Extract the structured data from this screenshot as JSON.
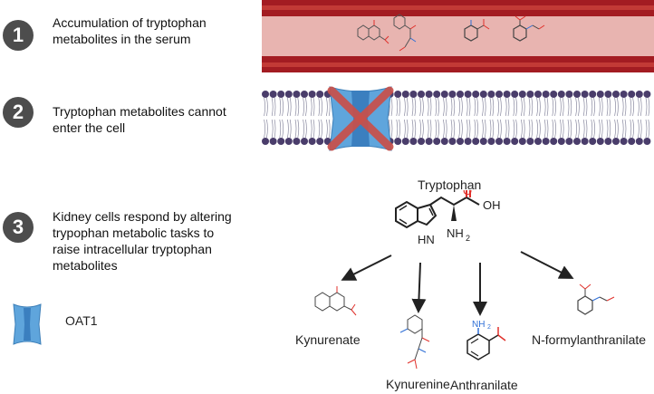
{
  "steps": [
    {
      "number": "1",
      "text": "Accumulation of tryptophan metabolites in the serum"
    },
    {
      "number": "2",
      "text": "Tryptophan metabolites cannot enter the cell"
    },
    {
      "number": "3",
      "text": "Kidney cells respond  by altering trypophan metabolic tasks to raise intracellular tryptophan metabolites"
    }
  ],
  "legend": {
    "label": "OAT1"
  },
  "molecules": {
    "tryptophan": {
      "name": "Tryptophan",
      "oh": "OH",
      "o": "O",
      "nh2": "NH",
      "nh2_sub": "2",
      "hn": "HN"
    },
    "kynurenate": {
      "name": "Kynurenate"
    },
    "kynurenine": {
      "name": "Kynurenine"
    },
    "anthranilate": {
      "name": "Anthranilate",
      "nh2": "NH",
      "nh2_sub": "2"
    },
    "n_formyl": {
      "name": "N-formylanthranilate"
    }
  },
  "colors": {
    "step_circle": "#4d4d4d",
    "vessel_wall": "#a31c22",
    "vessel_lumen": "#e8b4b0",
    "lipid_head": "#4a3d6b",
    "transporter": "#5fa5dc",
    "cross": "#c9504a",
    "oxygen": "#e0312b",
    "nitrogen": "#2f6fd6"
  }
}
